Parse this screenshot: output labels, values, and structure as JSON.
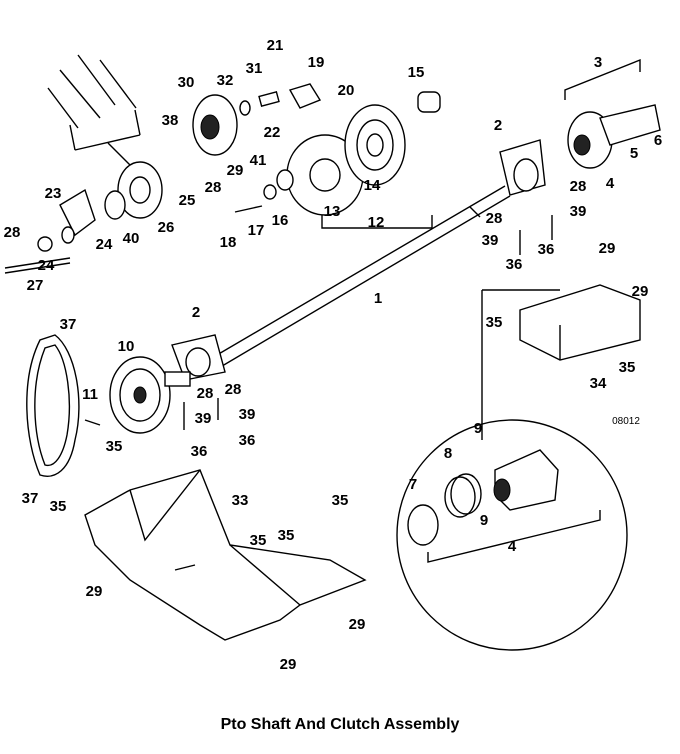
{
  "title": "Pto Shaft And Clutch Assembly",
  "drawing_code": "08012",
  "callouts": [
    "21",
    "19",
    "31",
    "32",
    "30",
    "20",
    "15",
    "3",
    "38",
    "22",
    "41",
    "29",
    "28",
    "25",
    "2",
    "5",
    "6",
    "4",
    "28",
    "39",
    "28",
    "39",
    "36",
    "36",
    "14",
    "13",
    "12",
    "16",
    "17",
    "18",
    "23",
    "26",
    "40",
    "24",
    "28",
    "24",
    "27",
    "1",
    "29",
    "29",
    "35",
    "35",
    "34",
    "2",
    "37",
    "10",
    "11",
    "28",
    "28",
    "39",
    "39",
    "36",
    "36",
    "35",
    "35",
    "37",
    "33",
    "35",
    "35",
    "35",
    "29",
    "29",
    "29",
    "9",
    "8",
    "7",
    "9",
    "4"
  ]
}
